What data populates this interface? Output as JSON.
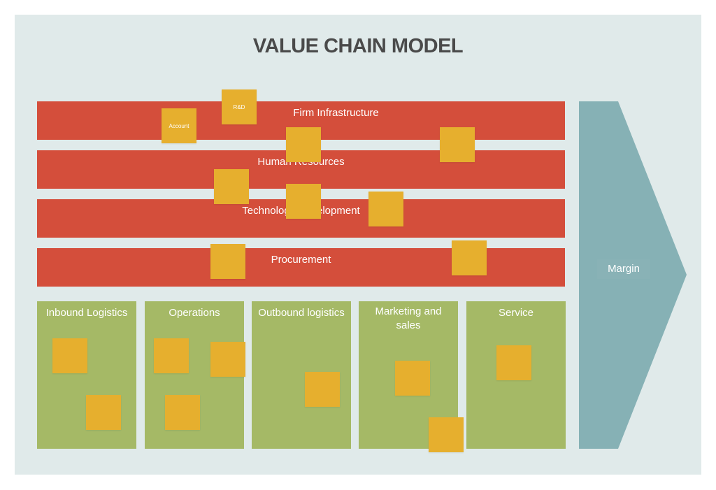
{
  "diagram": {
    "title": "VALUE CHAIN MODEL",
    "support_activities": [
      {
        "label": "Firm Infrastructure"
      },
      {
        "label": "Human Resources"
      },
      {
        "label": "Technology Development"
      },
      {
        "label": "Procurement"
      }
    ],
    "primary_activities": [
      {
        "label": "Inbound Logistics"
      },
      {
        "label": "Operations"
      },
      {
        "label": "Outbound logistics"
      },
      {
        "label": "Marketing and sales"
      },
      {
        "label": "Service"
      }
    ],
    "margin_label": "Margin",
    "sticky_notes": {
      "account": "Account",
      "rd": "R&D"
    },
    "colors": {
      "background": "#e0eaea",
      "support_bar": "#d44e3b",
      "primary_column": "#a5b966",
      "margin_arrow": "#86b1b5",
      "sticky_note": "#e6af2e",
      "title_text": "#4a4a4a"
    }
  }
}
